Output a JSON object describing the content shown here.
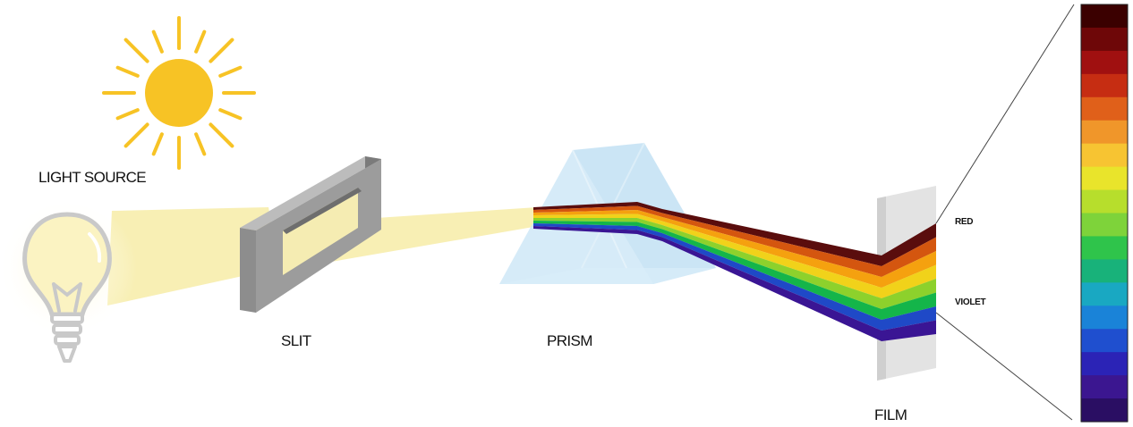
{
  "labels": {
    "light_source": "LIGHT SOURCE",
    "slit": "SLIT",
    "prism": "PRISM",
    "film": "FILM",
    "red": "RED",
    "violet": "VIOLET"
  },
  "colors": {
    "sun": "#f7c325",
    "sun_rays": "#f7c325",
    "bulb_outline": "#c9c9c9",
    "bulb_fill": "#fbf3c2",
    "light_beam": "#f8efb0",
    "slit_frame": "#9a9a9a",
    "prism": "#cfe8f7",
    "film": "#e6e6e6"
  },
  "spectrum_bands": [
    "#5a0d0d",
    "#d4560f",
    "#f5a10f",
    "#f1d21a",
    "#8dd12c",
    "#14b54a",
    "#1f49c7",
    "#3a1594"
  ],
  "spectrum_scale": [
    "#3b0000",
    "#6e0708",
    "#a01010",
    "#c62d12",
    "#e0601a",
    "#f0962a",
    "#f7c432",
    "#e9e42b",
    "#b7de2c",
    "#7ed33a",
    "#2fc44b",
    "#18b27a",
    "#19a8c2",
    "#1a83d8",
    "#1f4fcf",
    "#2b23b6",
    "#3b1690",
    "#2a0e63"
  ],
  "icons": [
    "sun-icon",
    "light-bulb-icon"
  ]
}
